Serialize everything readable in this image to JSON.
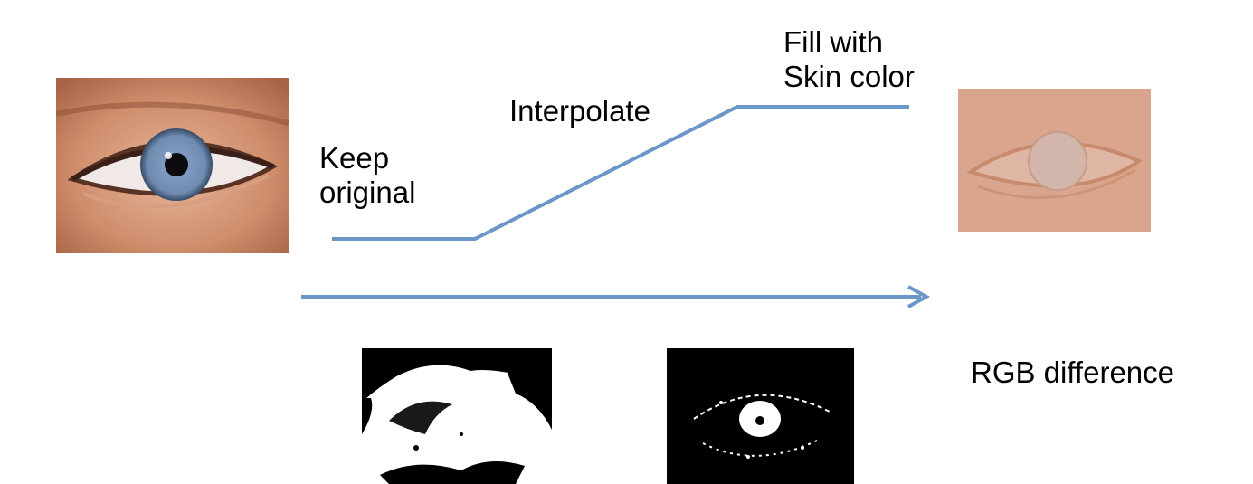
{
  "labels": {
    "keep_original": "Keep\noriginal",
    "interpolate": "Interpolate",
    "fill_skin": "Fill with\nSkin color",
    "rgb_difference": "RGB difference"
  },
  "colors": {
    "curve": "#6a96c8",
    "arrow": "#6a96c8",
    "skin": "#d9a082",
    "iris": "#7e97b6"
  },
  "images": {
    "original_eye": "photo-eye-original",
    "filled_eye": "photo-eye-skin-filled",
    "mask_left": "binary-mask-threshold",
    "mask_right": "binary-mask-difference"
  }
}
